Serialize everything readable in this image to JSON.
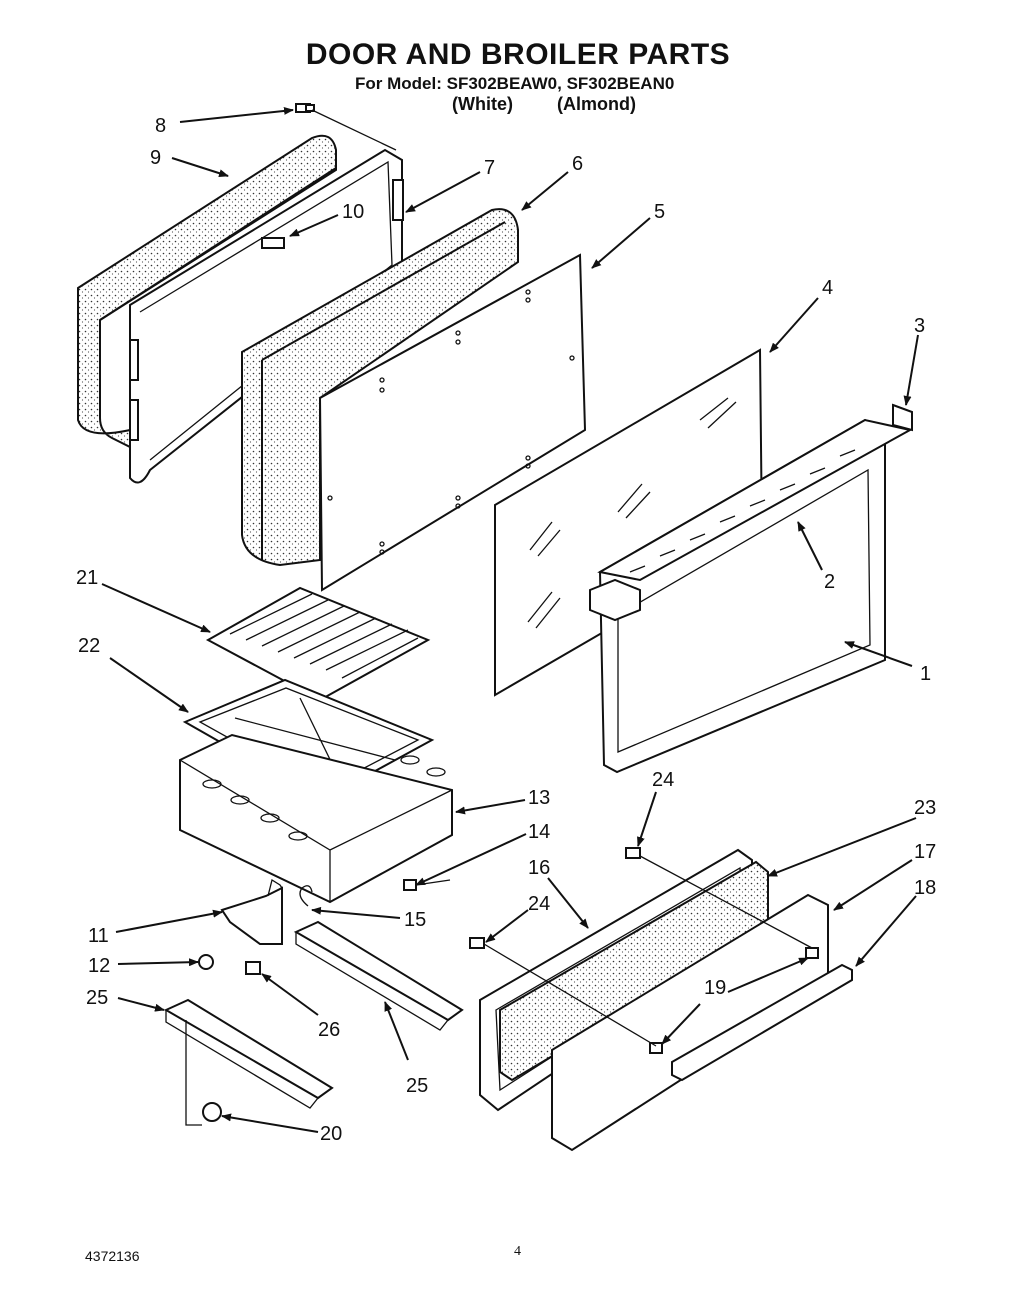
{
  "header": {
    "title": "DOOR AND BROILER PARTS",
    "model_line": "For Model: SF302BEAW0, SF302BEAN0",
    "variant_white": "(White)",
    "variant_almond": "(Almond)"
  },
  "footer": {
    "doc_number": "4372136",
    "page_number": "4"
  },
  "callouts": {
    "c1": "1",
    "c2": "2",
    "c3": "3",
    "c4": "4",
    "c5": "5",
    "c6": "6",
    "c7": "7",
    "c8": "8",
    "c9": "9",
    "c10": "10",
    "c11": "11",
    "c12": "12",
    "c13": "13",
    "c14": "14",
    "c15": "15",
    "c16": "16",
    "c17": "17",
    "c18": "18",
    "c19": "19",
    "c20": "20",
    "c21": "21",
    "c22": "22",
    "c23": "23",
    "c24a": "24",
    "c24b": "24",
    "c25a": "25",
    "c25b": "25",
    "c26": "26"
  }
}
